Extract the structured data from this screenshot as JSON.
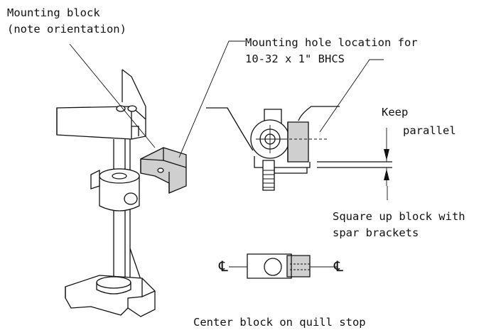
{
  "labels": {
    "mounting_block_line1": "Mounting block",
    "mounting_block_line2": "(note orientation)",
    "hole_line1": "Mounting hole location for",
    "hole_line2": "10-32 x 1\" BHCS",
    "keep": "Keep",
    "parallel": "parallel",
    "square_line1": "Square up block with",
    "square_line2": "spar brackets",
    "center": "Center block on quill stop"
  },
  "symbols": {
    "centerline_left": "℄",
    "centerline_right": "℄"
  },
  "colors": {
    "line": "#111111",
    "block_fill": "#cfcfcf",
    "background": "#ffffff"
  }
}
